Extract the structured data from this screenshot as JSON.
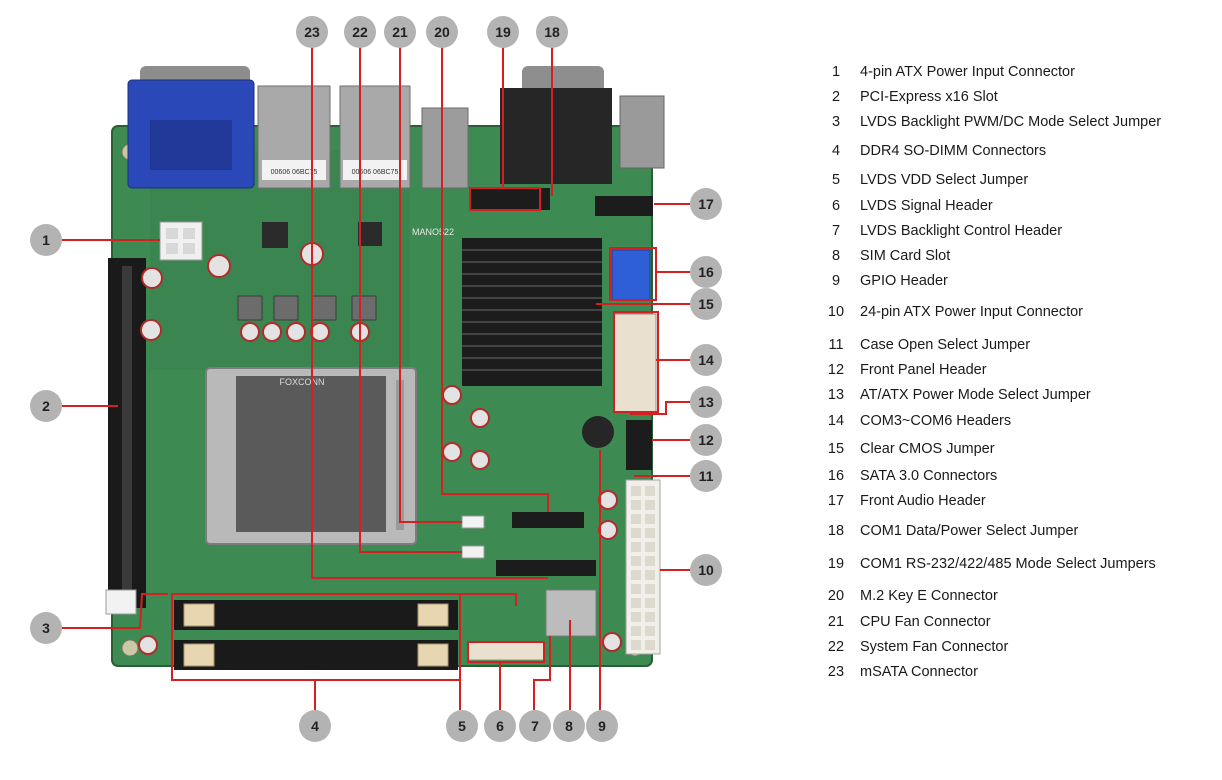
{
  "colors": {
    "pcb": "#3d8a52",
    "pcb_dark": "#2f6e40",
    "callout_line": "#d42020",
    "callout_badge": "#b3b3b3",
    "vga_blue": "#2b48b8",
    "sata_blue": "#2e5fd6"
  },
  "board": {
    "model_label": "MANO522",
    "socket_brand": "FOXCONN",
    "sticker_text": "00606 06BC75"
  },
  "callouts": [
    {
      "number": "1"
    },
    {
      "number": "2"
    },
    {
      "number": "3"
    },
    {
      "number": "4"
    },
    {
      "number": "5"
    },
    {
      "number": "6"
    },
    {
      "number": "7"
    },
    {
      "number": "8"
    },
    {
      "number": "9"
    },
    {
      "number": "10"
    },
    {
      "number": "11"
    },
    {
      "number": "12"
    },
    {
      "number": "13"
    },
    {
      "number": "14"
    },
    {
      "number": "15"
    },
    {
      "number": "16"
    },
    {
      "number": "17"
    },
    {
      "number": "18"
    },
    {
      "number": "19"
    },
    {
      "number": "20"
    },
    {
      "number": "21"
    },
    {
      "number": "22"
    },
    {
      "number": "23"
    }
  ],
  "legend": [
    {
      "number": "1",
      "text": "4-pin ATX Power Input Connector"
    },
    {
      "number": "2",
      "text": "PCI-Express x16 Slot"
    },
    {
      "number": "3",
      "text": "LVDS Backlight PWM/DC Mode Select  Jumper"
    },
    {
      "number": "4",
      "text": "DDR4 SO-DIMM Connectors"
    },
    {
      "number": "5",
      "text": "LVDS VDD Select Jumper"
    },
    {
      "number": "6",
      "text": "LVDS Signal Header"
    },
    {
      "number": "7",
      "text": "LVDS Backlight Control Header"
    },
    {
      "number": "8",
      "text": "SIM Card Slot"
    },
    {
      "number": "9",
      "text": "GPIO Header"
    },
    {
      "number": "10",
      "text": "24-pin ATX Power Input Connector"
    },
    {
      "number": "11",
      "text": "Case Open Select Jumper"
    },
    {
      "number": "12",
      "text": "Front Panel Header"
    },
    {
      "number": "13",
      "text": "AT/ATX Power Mode Select Jumper"
    },
    {
      "number": "14",
      "text": "COM3~COM6 Headers"
    },
    {
      "number": "15",
      "text": "Clear CMOS Jumper"
    },
    {
      "number": "16",
      "text": "SATA 3.0 Connectors"
    },
    {
      "number": "17",
      "text": "Front Audio Header"
    },
    {
      "number": "18",
      "text": "COM1 Data/Power Select Jumper"
    },
    {
      "number": "19",
      "text": "COM1 RS-232/422/485 Mode Select  Jumpers"
    },
    {
      "number": "20",
      "text": "M.2 Key E Connector"
    },
    {
      "number": "21",
      "text": "CPU Fan Connector"
    },
    {
      "number": "22",
      "text": "System Fan Connector"
    },
    {
      "number": "23",
      "text": "mSATA Connector"
    }
  ]
}
